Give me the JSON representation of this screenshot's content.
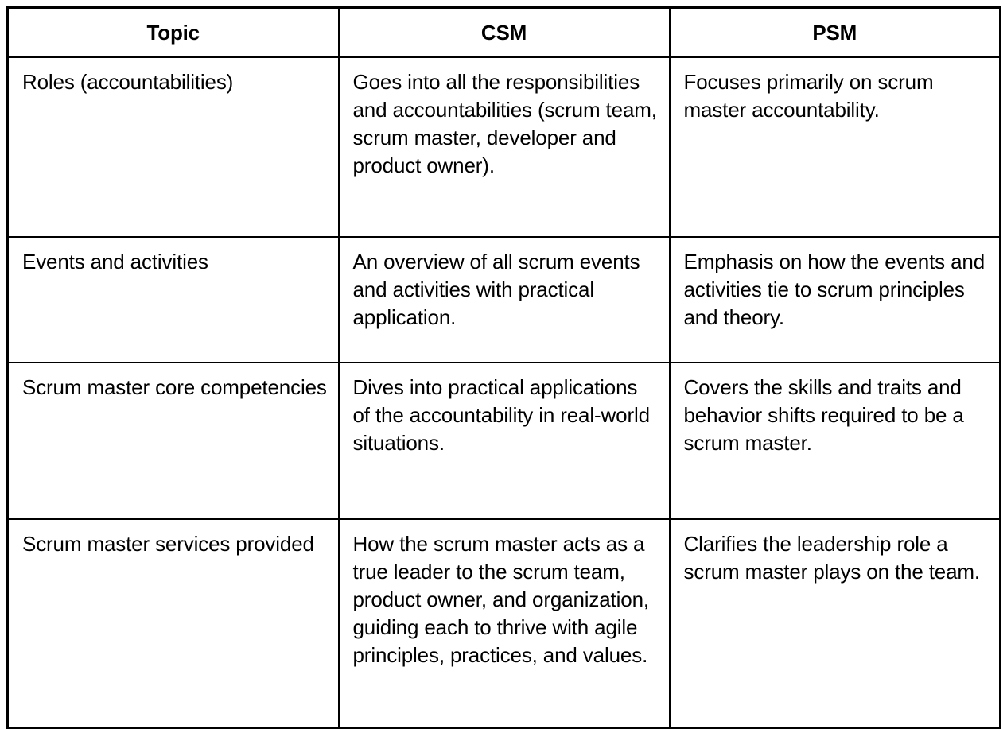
{
  "document": {
    "type": "comparison-table",
    "background_color": "#ffffff",
    "text_color": "#000000",
    "border_color": "#000000"
  },
  "table": {
    "columns": [
      {
        "key": "topic",
        "header": "Topic"
      },
      {
        "key": "csm",
        "header": "CSM"
      },
      {
        "key": "psm",
        "header": "PSM"
      }
    ],
    "rows": [
      {
        "topic": "Roles (accountabilities)",
        "csm": "Goes into all the responsibilities and accountabilities (scrum team, scrum master, developer and product owner).",
        "psm": "Focuses primarily on scrum master accountability."
      },
      {
        "topic": "Events and activities",
        "csm": "An overview of all scrum events and activities with practical application.",
        "psm": "Emphasis on how the events and activities tie to scrum principles and theory."
      },
      {
        "topic": "Scrum master core competencies",
        "csm": "Dives into practical applications of the accountability in real-world situations.",
        "psm": "Covers the skills and traits and behavior shifts required to be a scrum master."
      },
      {
        "topic": "Scrum master services provided",
        "csm": "How the scrum master acts as a true leader to the scrum team, product owner, and organization, guiding each to thrive with agile principles, practices, and values.",
        "psm": "Clarifies the leadership role a scrum master plays on the team."
      }
    ]
  }
}
